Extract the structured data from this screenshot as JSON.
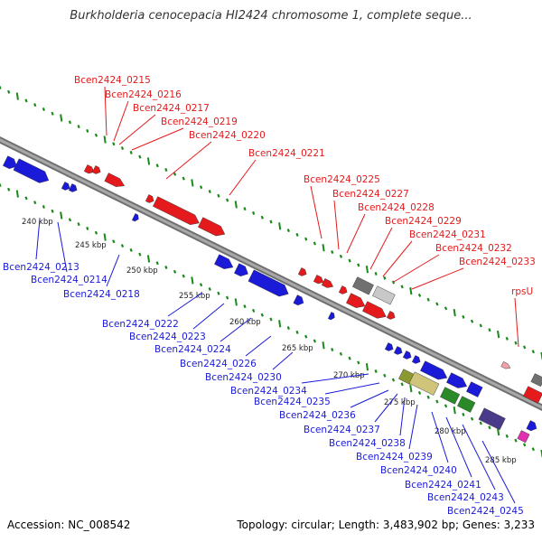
{
  "title": "Burkholderia cenocepacia HI2424 chromosome 1, complete seque...",
  "footer": {
    "accession": "Accession: NC_008542",
    "summary": "Topology: circular; Length: 3,483,902 bp; Genes: 3,233"
  },
  "colors": {
    "forward": "#e41a1c",
    "reverse": "#1a1ad8",
    "backbone": "#888888",
    "tick": "#1a8a1a"
  },
  "kbp_labels": [
    "240 kbp",
    "245 kbp",
    "250 kbp",
    "255 kbp",
    "260 kbp",
    "265 kbp",
    "270 kbp",
    "275 kbp",
    "280 kbp",
    "285 kbp"
  ],
  "forward_labels": [
    "Bcen2424_0215",
    "Bcen2424_0216",
    "Bcen2424_0217",
    "Bcen2424_0219",
    "Bcen2424_0220",
    "Bcen2424_0221",
    "Bcen2424_0225",
    "Bcen2424_0227",
    "Bcen2424_0228",
    "Bcen2424_0229",
    "Bcen2424_0231",
    "Bcen2424_0232",
    "Bcen2424_0233",
    "rpsU"
  ],
  "reverse_labels": [
    "Bcen2424_0213",
    "Bcen2424_0214",
    "Bcen2424_0218",
    "Bcen2424_0222",
    "Bcen2424_0223",
    "Bcen2424_0224",
    "Bcen2424_0226",
    "Bcen2424_0230",
    "Bcen2424_0234",
    "Bcen2424_0235",
    "Bcen2424_0236",
    "Bcen2424_0237",
    "Bcen2424_0238",
    "Bcen2424_0239",
    "Bcen2424_0240",
    "Bcen2424_0241",
    "Bcen2424_0243",
    "Bcen2424_0245"
  ]
}
